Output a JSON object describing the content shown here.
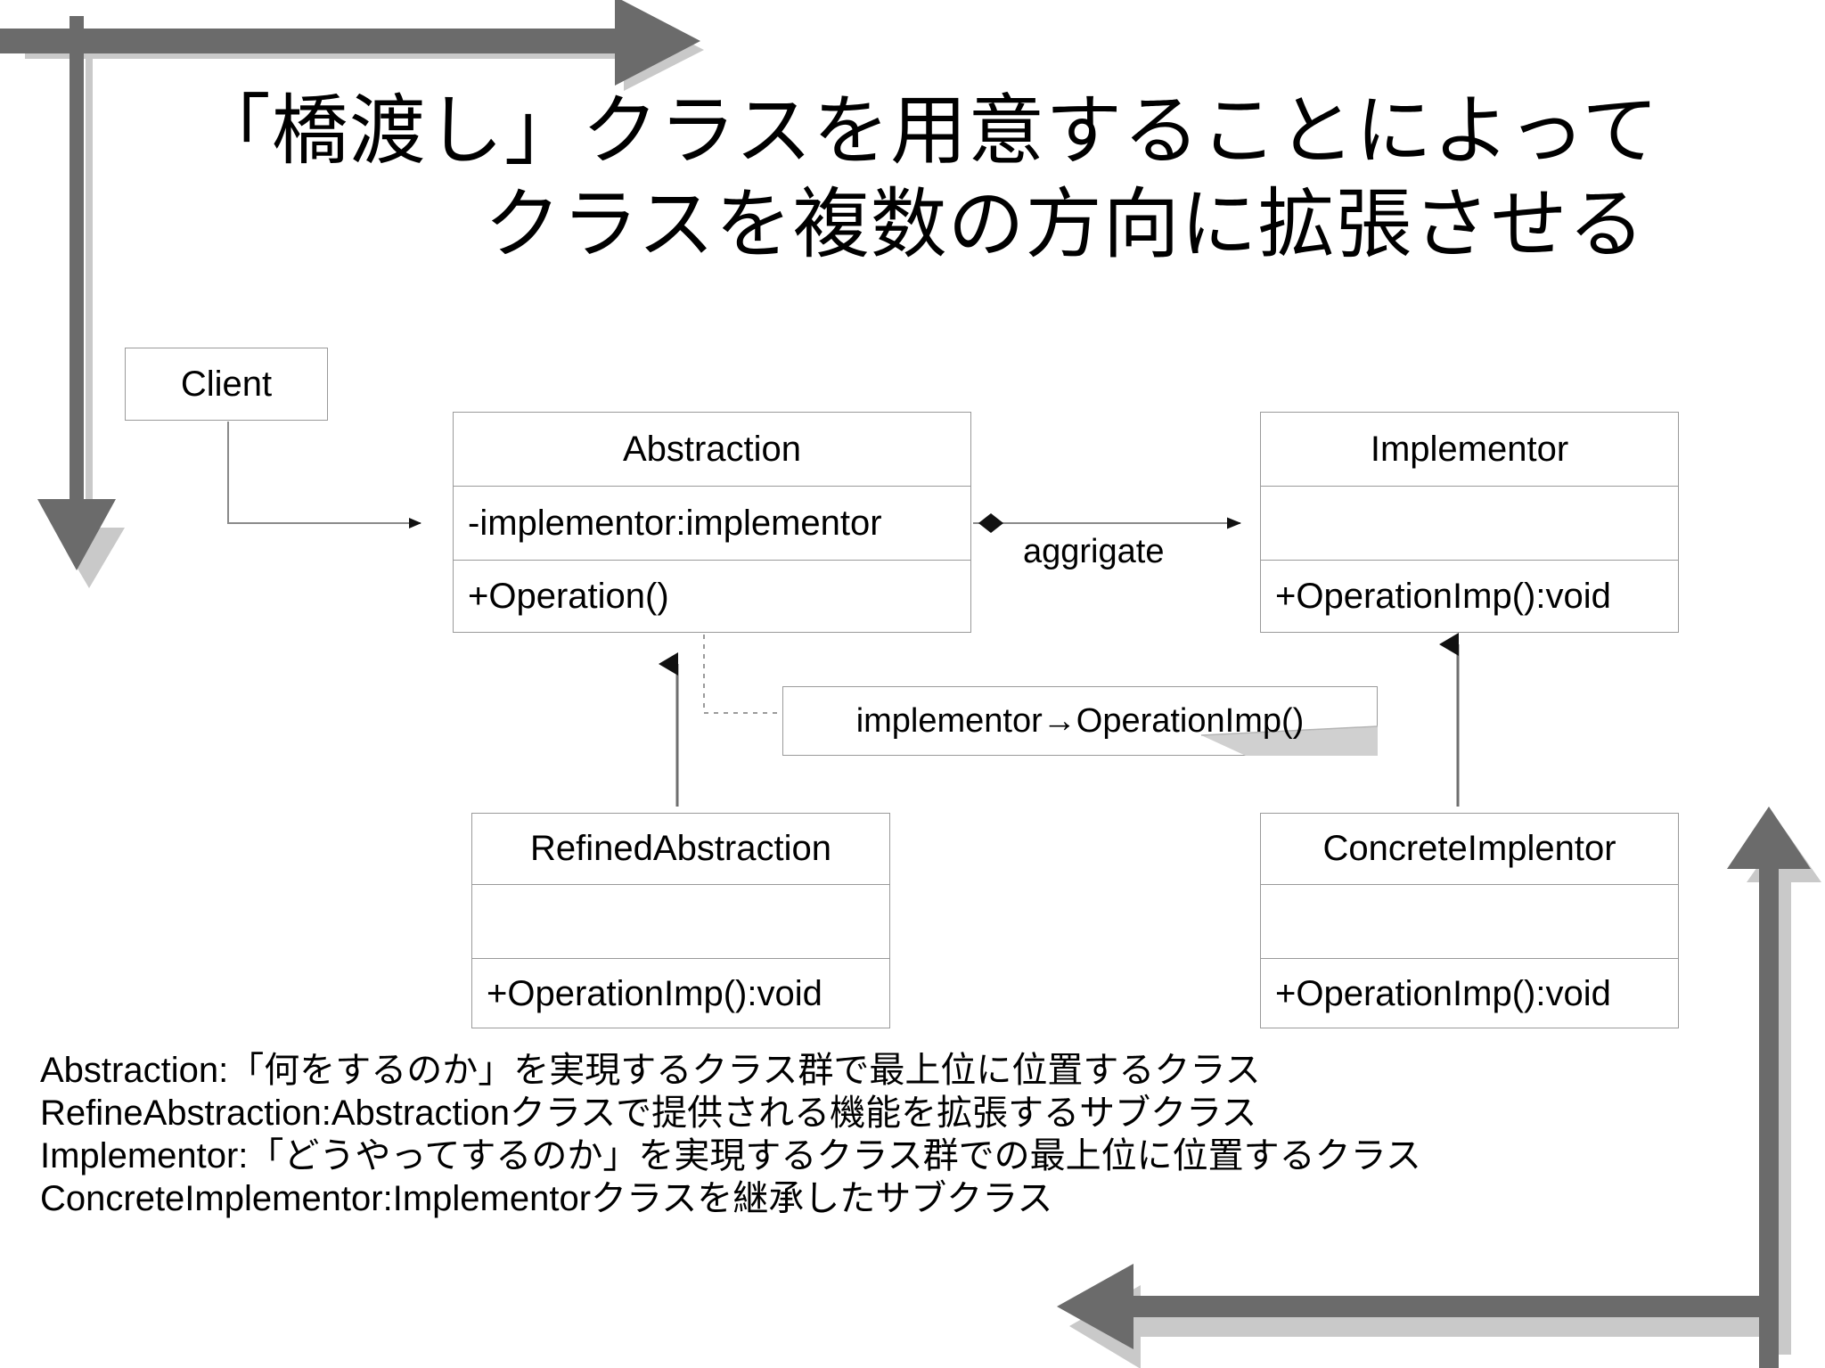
{
  "slide": {
    "title": {
      "line1": "「橋渡し」クラスを用意することによって",
      "line2": "クラスを複数の方向に拡張させる"
    }
  },
  "diagram": {
    "type": "uml-class-diagram",
    "pattern": "Bridge",
    "classes": [
      {
        "id": "client",
        "name": "Client",
        "compartments": [
          "Client"
        ]
      },
      {
        "id": "abstraction",
        "name": "Abstraction",
        "compartments": [
          "Abstraction",
          "-implementor:implementor",
          "+Operation()"
        ]
      },
      {
        "id": "implementor",
        "name": "Implementor",
        "compartments": [
          "Implementor",
          "",
          "+OperationImp():void"
        ]
      },
      {
        "id": "refined",
        "name": "RefinedAbstraction",
        "compartments": [
          "RefinedAbstraction",
          "",
          "+OperationImp():void"
        ]
      },
      {
        "id": "concrete",
        "name": "ConcreteImplentor",
        "compartments": [
          "ConcreteImplentor",
          "",
          "+OperationImp():void"
        ]
      }
    ],
    "note": {
      "text": "implementor→OperationImp()"
    },
    "relations": [
      {
        "from": "Client",
        "to": "Abstraction",
        "kind": "association",
        "label": ""
      },
      {
        "from": "Abstraction",
        "to": "Implementor",
        "kind": "aggregation",
        "label": "aggrigate"
      },
      {
        "from": "RefinedAbstraction",
        "to": "Abstraction",
        "kind": "generalization",
        "label": ""
      },
      {
        "from": "ConcreteImplentor",
        "to": "Implementor",
        "kind": "generalization",
        "label": ""
      },
      {
        "from": "note",
        "to": "Abstraction.Operation()",
        "kind": "note-link",
        "label": ""
      }
    ]
  },
  "legend": {
    "lines": [
      "Abstraction:「何をするのか」を実現するクラス群で最上位に位置するクラス",
      "RefineAbstraction:Abstractionクラスで提供される機能を拡張するサブクラス",
      "Implementor:「どうやってするのか」を実現するクラス群での最上位に位置するクラス",
      "ConcreteImplementor:Implementorクラスを継承したサブクラス"
    ]
  },
  "decorations": {
    "arrow_color": "#6b6b6b",
    "arrow_shadow_color": "#c9c9c9",
    "top_left": [
      "arrow-right",
      "arrow-down"
    ],
    "bottom_right": [
      "arrow-up",
      "arrow-left"
    ]
  },
  "colors": {
    "background": "#ffffff",
    "text": "#000000",
    "box_border": "#9a9a9a",
    "connector": "#6e6e6e",
    "note_fold": "#d0d0d0"
  }
}
